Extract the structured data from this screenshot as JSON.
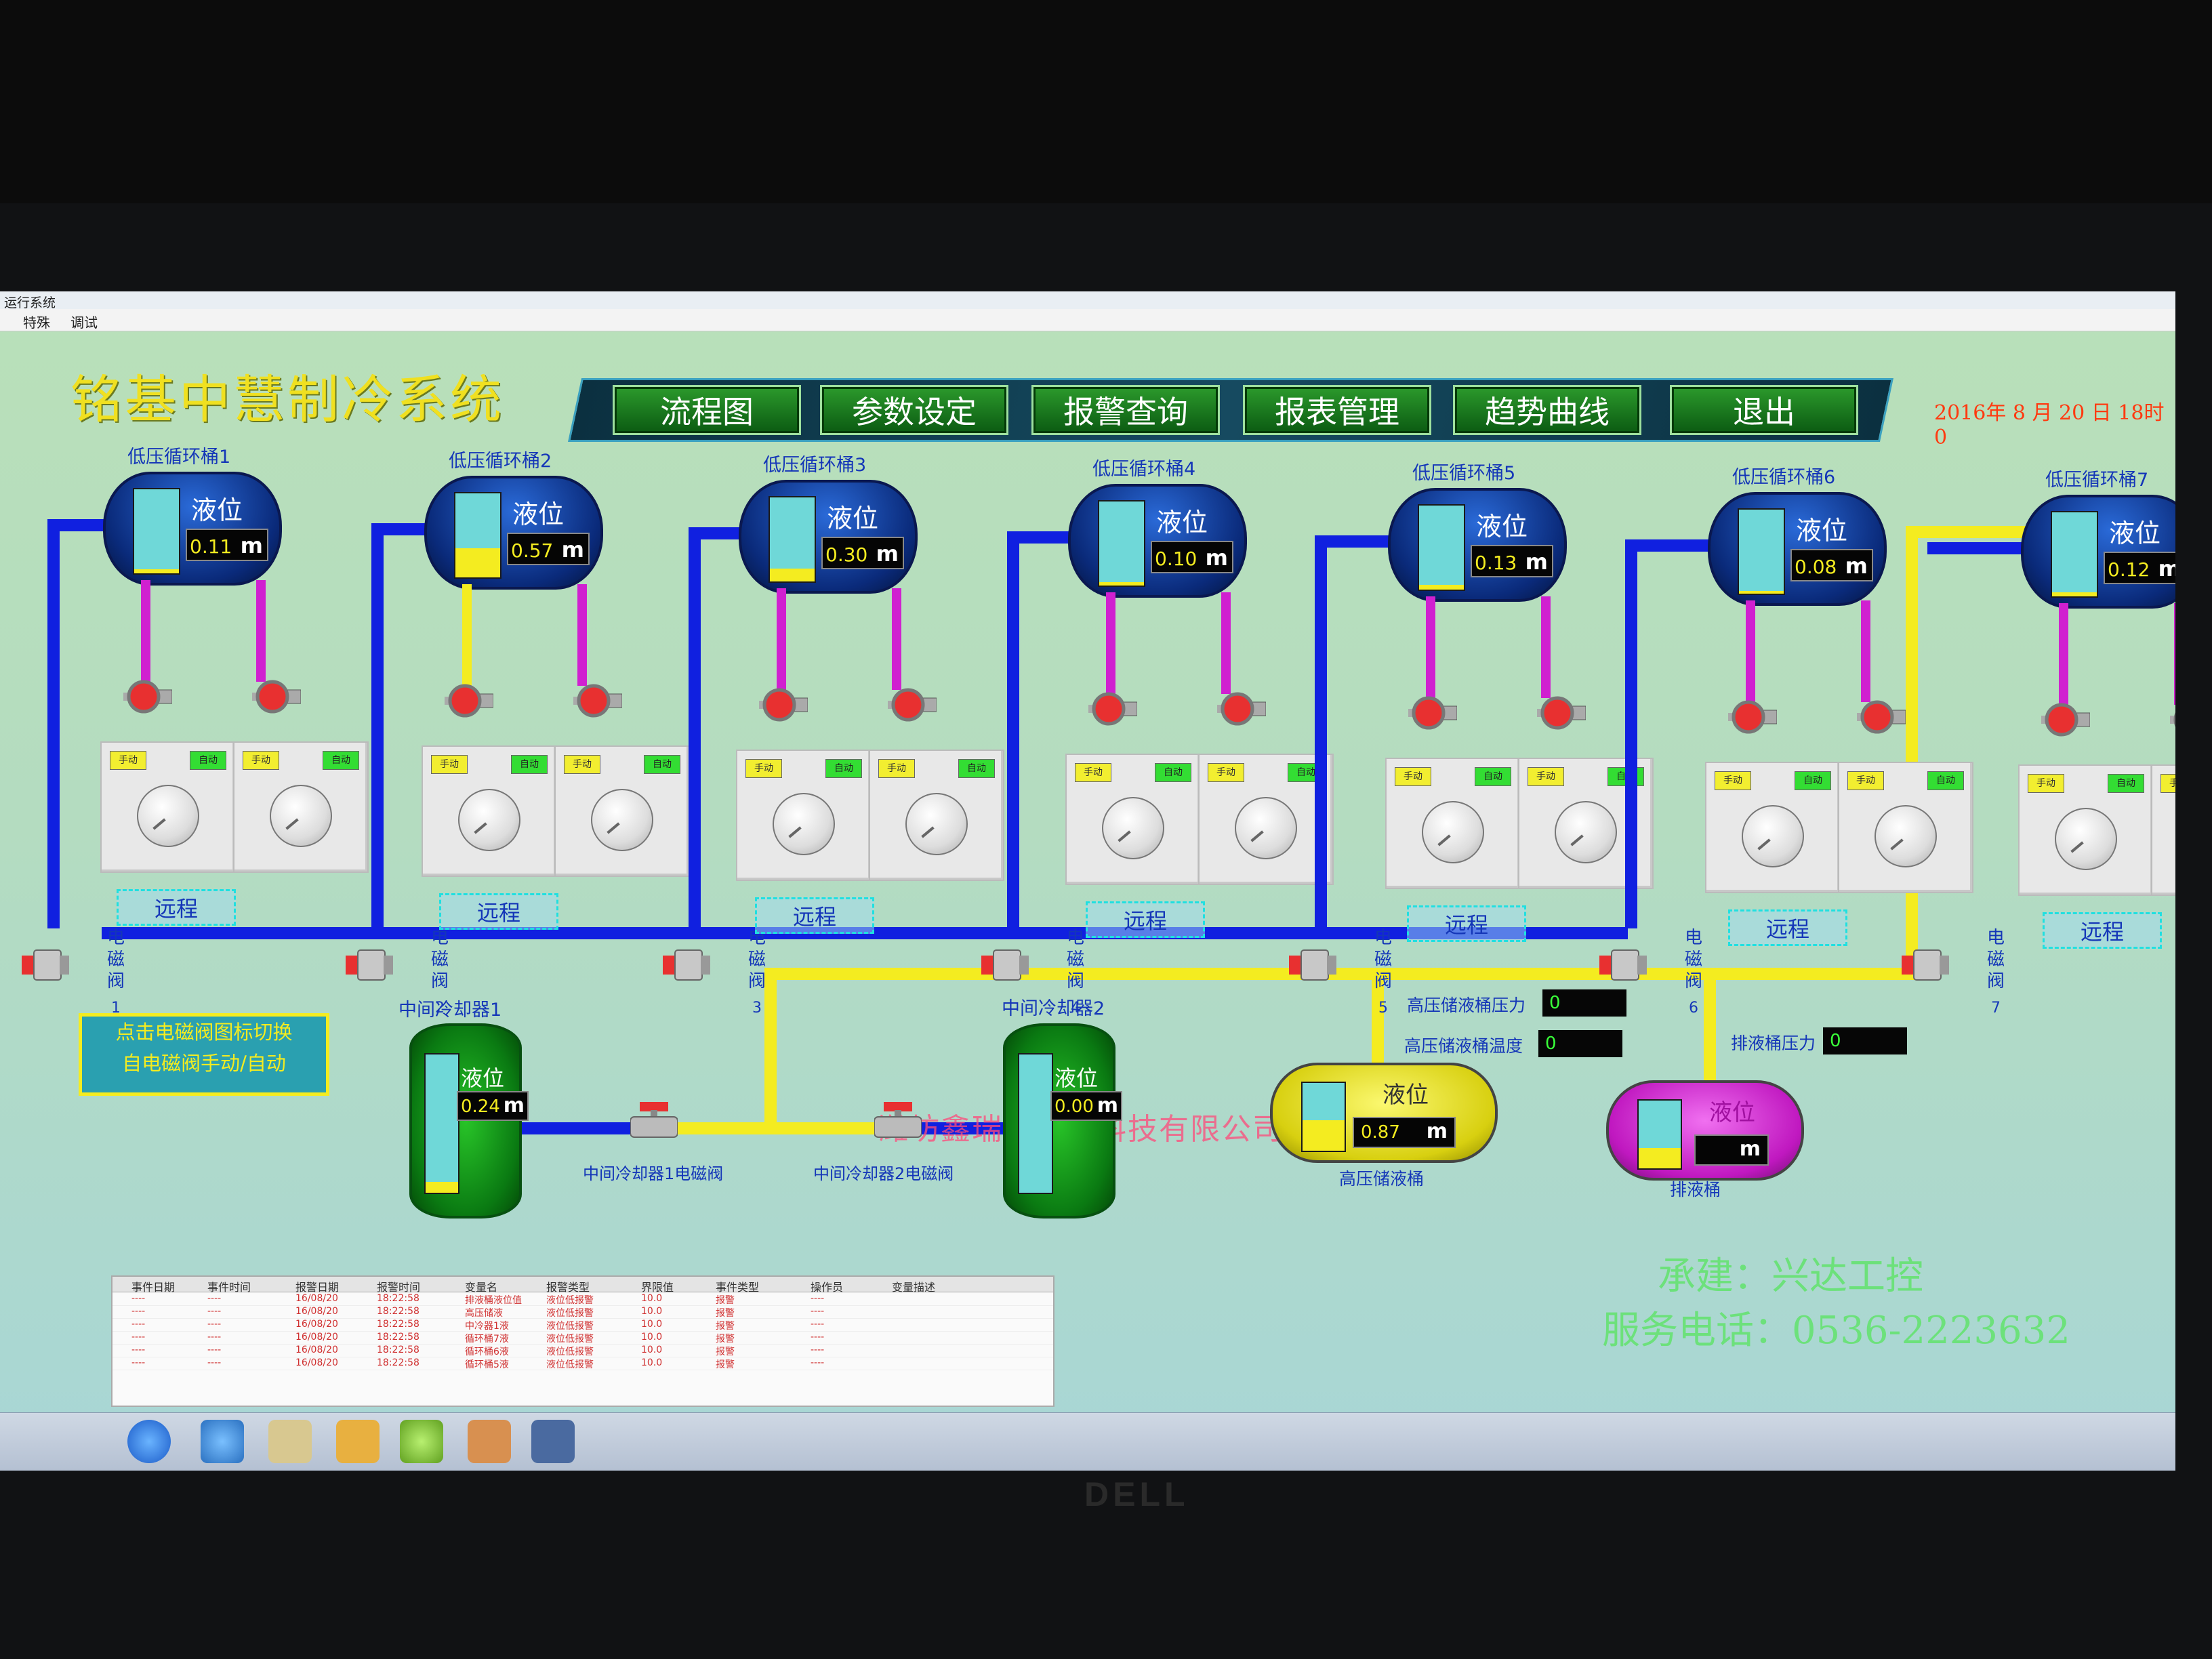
{
  "window": {
    "title": "运行系统"
  },
  "menu": [
    "特殊",
    "调试"
  ],
  "app_title": "铭基中慧制冷系统",
  "nav": [
    "流程图",
    "参数设定",
    "报警查询",
    "报表管理",
    "趋势曲线",
    "退出"
  ],
  "datetime": "2016年 8 月 20 日 18时 0",
  "low_tanks": [
    {
      "name": "低压循环桶1",
      "level_label": "液位",
      "value": "0.11",
      "unit": "m",
      "fill": 0.05,
      "valve_label": "电磁阀",
      "valve_no": "1",
      "manual": "手动",
      "auto": "自动",
      "remote": "远程"
    },
    {
      "name": "低压循环桶2",
      "level_label": "液位",
      "value": "0.57",
      "unit": "m",
      "fill": 0.35,
      "valve_label": "电磁阀",
      "valve_no": "2",
      "manual": "手动",
      "auto": "自动",
      "remote": "远程"
    },
    {
      "name": "低压循环桶3",
      "level_label": "液位",
      "value": "0.30",
      "unit": "m",
      "fill": 0.15,
      "valve_label": "电磁阀",
      "valve_no": "3",
      "manual": "手动",
      "auto": "自动",
      "remote": "远程"
    },
    {
      "name": "低压循环桶4",
      "level_label": "液位",
      "value": "0.10",
      "unit": "m",
      "fill": 0.04,
      "valve_label": "电磁阀",
      "valve_no": "4",
      "manual": "手动",
      "auto": "自动",
      "remote": "远程"
    },
    {
      "name": "低压循环桶5",
      "level_label": "液位",
      "value": "0.13",
      "unit": "m",
      "fill": 0.06,
      "valve_label": "电磁阀",
      "valve_no": "5",
      "manual": "手动",
      "auto": "自动",
      "remote": "远程"
    },
    {
      "name": "低压循环桶6",
      "level_label": "液位",
      "value": "0.08",
      "unit": "m",
      "fill": 0.03,
      "valve_label": "电磁阀",
      "valve_no": "6",
      "manual": "手动",
      "auto": "自动",
      "remote": "远程"
    },
    {
      "name": "低压循环桶7",
      "level_label": "液位",
      "value": "0.12",
      "unit": "m",
      "fill": 0.05,
      "valve_label": "电磁阀",
      "valve_no": "7",
      "manual": "手动",
      "auto": "自动",
      "remote": "远程"
    }
  ],
  "watermark": "潍坊鑫瑞达工控科技有限公司",
  "note": [
    "点击电磁阀图标切换",
    "自电磁阀手动/自动"
  ],
  "intercoolers": [
    {
      "name": "中间冷却器1",
      "level_label": "液位",
      "value": "0.24",
      "unit": "m",
      "fill": 0.08,
      "valve_label": "中间冷却器1电磁阀"
    },
    {
      "name": "中间冷却器2",
      "level_label": "液位",
      "value": "0.00",
      "unit": "m",
      "fill": 0.0,
      "valve_label": "中间冷却器2电磁阀"
    }
  ],
  "hp_tank": {
    "name": "高压储液桶",
    "level_label": "液位",
    "value": "0.87",
    "unit": "m",
    "fill": 0.45,
    "color": "#e8e820"
  },
  "drain_tank": {
    "name": "排液桶",
    "level_label": "液位",
    "value": "",
    "unit": "m",
    "fill": 0.3,
    "color": "#d020d0"
  },
  "params": [
    {
      "label": "高压储液桶压力",
      "value": "0"
    },
    {
      "label": "高压储液桶温度",
      "value": "0"
    },
    {
      "label": "排液桶压力",
      "value": "0"
    }
  ],
  "signature": {
    "line1": "承建：兴达工控",
    "line2": "服务电话：0536-2223632"
  },
  "alarm_table": {
    "columns": [
      "事件日期",
      "事件时间",
      "报警日期",
      "报警时间",
      "变量名",
      "报警类型",
      "界限值",
      "事件类型",
      "操作员",
      "变量描述"
    ],
    "rows": [
      [
        "----",
        "----",
        "16/08/20",
        "18:22:58",
        "排液桶液位值",
        "液位低报警",
        "10.0",
        "报警",
        "----",
        ""
      ],
      [
        "----",
        "----",
        "16/08/20",
        "18:22:58",
        "高压储液",
        "液位低报警",
        "10.0",
        "报警",
        "----",
        ""
      ],
      [
        "----",
        "----",
        "16/08/20",
        "18:22:58",
        "中冷器1液",
        "液位低报警",
        "10.0",
        "报警",
        "----",
        ""
      ],
      [
        "----",
        "----",
        "16/08/20",
        "18:22:58",
        "循环桶7液",
        "液位低报警",
        "10.0",
        "报警",
        "----",
        ""
      ],
      [
        "----",
        "----",
        "16/08/20",
        "18:22:58",
        "循环桶6液",
        "液位低报警",
        "10.0",
        "报警",
        "----",
        ""
      ],
      [
        "----",
        "----",
        "16/08/20",
        "18:22:58",
        "循环桶5液",
        "液位低报警",
        "10.0",
        "报警",
        "----",
        ""
      ]
    ]
  },
  "colors": {
    "pipe_blue": "#1020e0",
    "pipe_yellow": "#f4ec20",
    "pipe_magenta": "#d020d0",
    "valve_red": "#e83030"
  },
  "brand": "DELL"
}
